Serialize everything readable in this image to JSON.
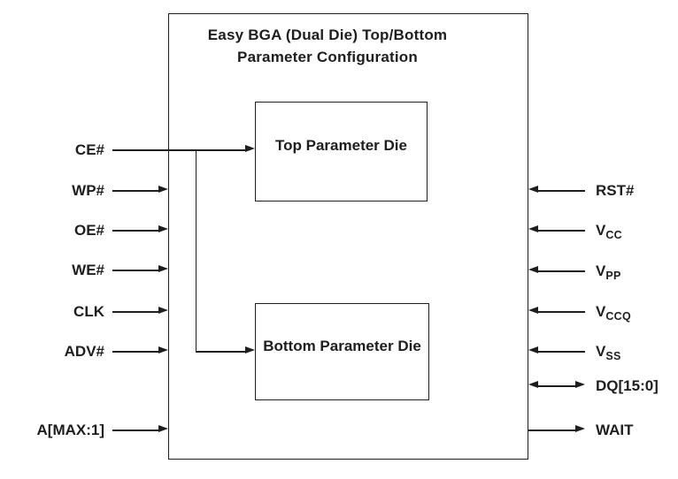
{
  "diagram": {
    "title": {
      "line1": "Easy BGA (Dual Die) Top/Bottom",
      "line2": "Parameter Configuration"
    },
    "blocks": {
      "top": "Top Parameter Die",
      "bottom": "Bottom Parameter Die"
    },
    "signals": {
      "left": [
        {
          "label": "CE#",
          "direction": "input",
          "connects_to": "top and bottom parameter die"
        },
        {
          "label": "WP#",
          "direction": "input"
        },
        {
          "label": "OE#",
          "direction": "input"
        },
        {
          "label": "WE#",
          "direction": "input"
        },
        {
          "label": "CLK",
          "direction": "input"
        },
        {
          "label": "ADV#",
          "direction": "input"
        },
        {
          "label": "A[MAX:1]",
          "direction": "input"
        }
      ],
      "right": [
        {
          "label": "RST#",
          "sub": "",
          "direction": "input"
        },
        {
          "label": "V",
          "sub": "CC",
          "direction": "input"
        },
        {
          "label": "V",
          "sub": "PP",
          "direction": "input"
        },
        {
          "label": "V",
          "sub": "CCQ",
          "direction": "input"
        },
        {
          "label": "V",
          "sub": "SS",
          "direction": "input"
        },
        {
          "label": "DQ[15:0]",
          "sub": "",
          "direction": "bidirectional"
        },
        {
          "label": "WAIT",
          "sub": "",
          "direction": "output"
        }
      ]
    },
    "colors": {
      "line": "#1e1e1e",
      "background": "#ffffff"
    }
  }
}
